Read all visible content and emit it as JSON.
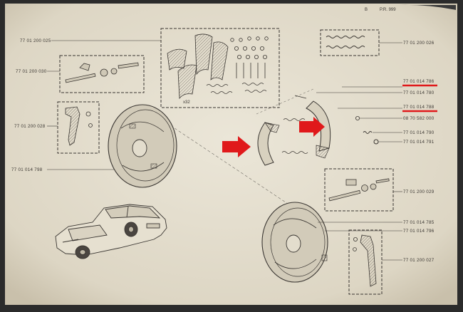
{
  "header": {
    "page_letter": "B",
    "page_ref": "P.R. 999"
  },
  "part_numbers": {
    "brake_linings_kit": "77 01 200 025",
    "springs_kit_top": "77 01 200 026",
    "adjuster_kit_left": "77 01 200 030",
    "lever_kit_left": "77 01 200 028",
    "backing_plate_left": "77 01 014 798",
    "shoe_highlighted_1": "77 01 014 786",
    "shoe_part_2": "77 01 014 780",
    "shoe_highlighted_3": "77 01 014 788",
    "clip_part": "08 70 582 000",
    "spring_part": "77 01 014 790",
    "washer_part": "77 01 014 791",
    "adjuster_kit_right": "77 01 200 029",
    "backing_plate_right_1": "77 01 014 785",
    "backing_plate_right_2": "77 01 014 796",
    "lever_kit_right": "77 01 200 027"
  },
  "annotations": {
    "kit_quantity_note": "x32"
  },
  "colors": {
    "paper": "#e3ddcd",
    "ink": "#3a3632",
    "highlight_red": "#e0191b"
  }
}
